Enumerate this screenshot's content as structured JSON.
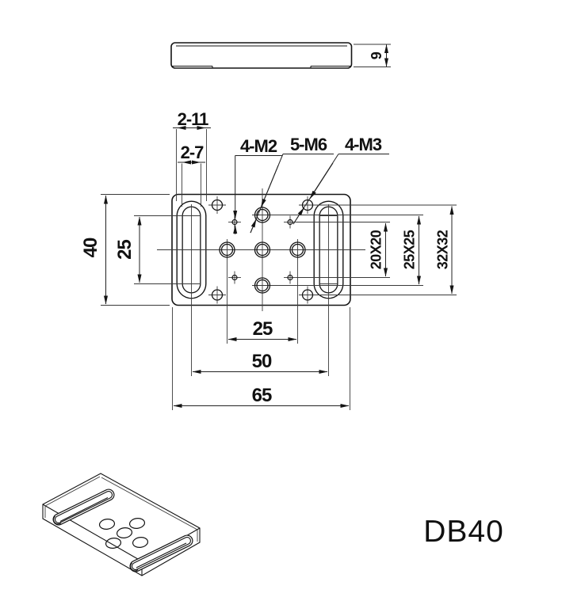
{
  "part": {
    "name": "DB40"
  },
  "callouts": {
    "slot_outer_width": "2-11",
    "slot_inner_width": "2-7",
    "m2_holes": "4-M2",
    "m6_holes": "5-M6",
    "m3_holes": "4-M3"
  },
  "dims": {
    "thickness": "9",
    "plate_height": "40",
    "slot_arc_span": "25",
    "m6_spacing": "25",
    "slot_center_distance": "50",
    "plate_width": "65",
    "m2_pattern": "20X20",
    "m6_pattern": "25X25",
    "m3_pattern": "32X32"
  }
}
